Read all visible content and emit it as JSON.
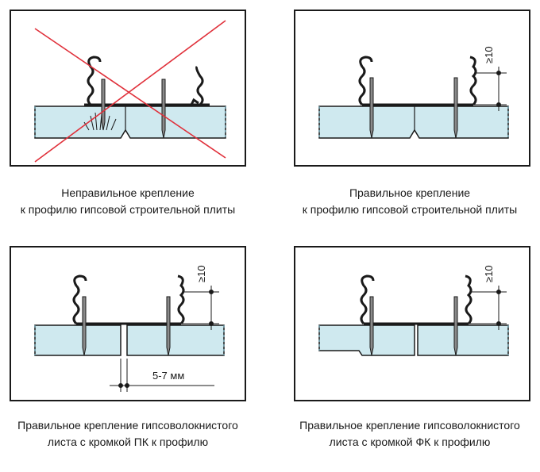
{
  "panels": [
    {
      "id": "wrong",
      "caption_line1": "Неправильное крепление",
      "caption_line2": "к профилю гипсовой строительной плиты"
    },
    {
      "id": "right-gypsum",
      "caption_line1": "Правильное крепление",
      "caption_line2": "к профилю гипсовой строительной плиты",
      "dim_label": "≥10"
    },
    {
      "id": "right-pk",
      "caption_line1": "Правильное крепление гипсоволокнистого",
      "caption_line2": "листа с кромкой ПК к профилю",
      "dim_label": "≥10",
      "gap_label": "5-7 мм"
    },
    {
      "id": "right-fk",
      "caption_line1": "Правильное крепление гипсоволокнистого",
      "caption_line2": "листа с кромкой ФК к профилю",
      "dim_label": "≥10"
    }
  ],
  "colors": {
    "board": "#cfe9ef",
    "board_stroke": "#1a1a1a",
    "cross": "#e0303a",
    "screw": "#8a8a8a",
    "dashed": "#6fa8b8"
  }
}
